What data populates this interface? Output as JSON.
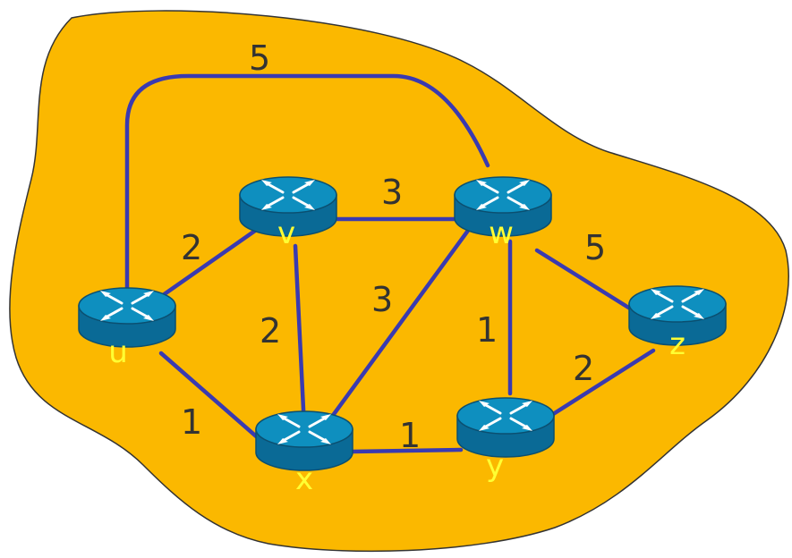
{
  "colors": {
    "cloud": "#fbb800",
    "edge": "#3a3ab0",
    "router_top": "#0e8fbf",
    "router_body": "#0a6a96",
    "router_label": "#ffff33",
    "weight_text": "#333333"
  },
  "routers": [
    {
      "id": "u",
      "label": "u",
      "icon": "router-icon"
    },
    {
      "id": "v",
      "label": "v",
      "icon": "router-icon"
    },
    {
      "id": "w",
      "label": "w",
      "icon": "router-icon"
    },
    {
      "id": "x",
      "label": "x",
      "icon": "router-icon"
    },
    {
      "id": "y",
      "label": "y",
      "icon": "router-icon"
    },
    {
      "id": "z",
      "label": "z",
      "icon": "router-icon"
    }
  ],
  "links": [
    {
      "from": "u",
      "to": "w",
      "weight": "5"
    },
    {
      "from": "u",
      "to": "v",
      "weight": "2"
    },
    {
      "from": "u",
      "to": "x",
      "weight": "1"
    },
    {
      "from": "v",
      "to": "w",
      "weight": "3"
    },
    {
      "from": "v",
      "to": "x",
      "weight": "2"
    },
    {
      "from": "x",
      "to": "w",
      "weight": "3"
    },
    {
      "from": "x",
      "to": "y",
      "weight": "1"
    },
    {
      "from": "w",
      "to": "y",
      "weight": "1"
    },
    {
      "from": "w",
      "to": "z",
      "weight": "5"
    },
    {
      "from": "y",
      "to": "z",
      "weight": "2"
    }
  ]
}
